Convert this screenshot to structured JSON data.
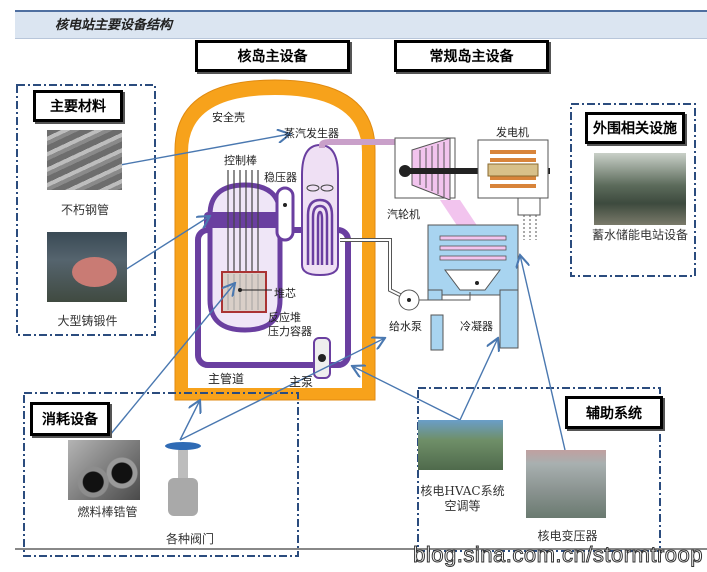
{
  "header": {
    "title": "核电站主要设备结构"
  },
  "categories": {
    "nuclear_island": "核岛主设备",
    "conventional_island": "常规岛主设备",
    "main_materials": "主要材料",
    "peripheral": "外围相关设施",
    "consumables": "消耗设备",
    "auxiliary": "辅助系统"
  },
  "items": {
    "stainless_pipe": "不朽钢管",
    "large_forgings": "大型铸锻件",
    "pumped_storage": "蓄水储能电站设备",
    "fuel_cladding": "燃料棒锆管",
    "valves": "各种阀门",
    "hvac_line1": "核电HVAC系统",
    "hvac_line2": "空调等",
    "transformer": "核电变压器"
  },
  "diagram_labels": {
    "containment": "安全壳",
    "steam_generator": "蒸汽发生器",
    "control_rods": "控制棒",
    "pressurizer": "稳压器",
    "core": "堆芯",
    "rpv_line1": "反应堆",
    "rpv_line2": "压力容器",
    "main_pipe": "主管道",
    "main_pump": "主泵",
    "turbine": "汽轮机",
    "generator": "发电机",
    "feed_pump": "给水泵",
    "condenser": "冷凝器"
  },
  "watermark": "blog.sina.com.cn/stormtroop",
  "colors": {
    "containment": "#f7a21b",
    "primary_loop": "#6a3fa0",
    "steam": "#f2c4ee",
    "cooling_water": "#a8d4f0",
    "arrow": "#4a78b0",
    "group_border": "#2b4c7e",
    "header_bg": "#dbe5f1"
  }
}
